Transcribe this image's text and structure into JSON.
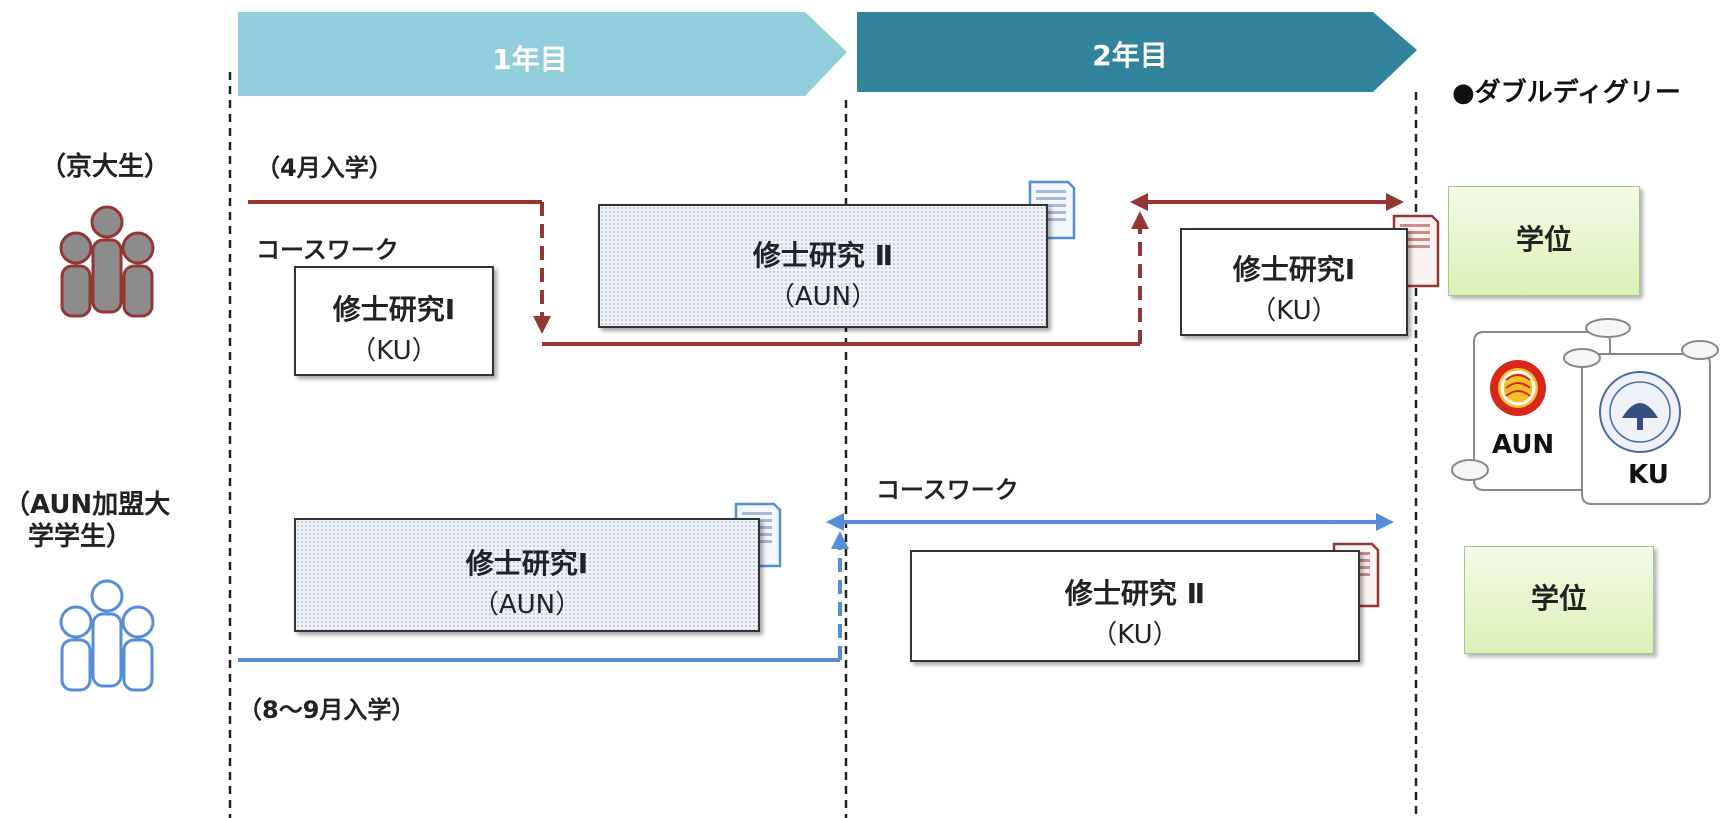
{
  "header": {
    "year1": "1年目",
    "year2": "2年目",
    "double_degree": "●ダブルディグリー"
  },
  "groups": {
    "ku_students": "（京大生）",
    "aun_students_line1": "（AUN加盟大",
    "aun_students_line2": "学学生）"
  },
  "ku_track": {
    "entry": "（4月入学）",
    "coursework": "コースワーク",
    "box1_title": "修士研究Ⅰ",
    "box1_sub": "（KU）",
    "box2_title": "修士研究 Ⅱ",
    "box2_sub": "（AUN）",
    "box3_title": "修士研究Ⅰ",
    "box3_sub": "（KU）",
    "degree": "学位"
  },
  "aun_track": {
    "entry": "（8～9月入学）",
    "coursework": "コースワーク",
    "box1_title": "修士研究Ⅰ",
    "box1_sub": "（AUN）",
    "box2_title": "修士研究 Ⅱ",
    "box2_sub": "（KU）",
    "degree": "学位"
  },
  "diplomas": {
    "aun": "AUN",
    "ku": "KU"
  },
  "colors": {
    "year1": "#92cddc",
    "year2": "#31849b",
    "ku_line": "#943634",
    "aun_line": "#558ed5",
    "degree_fill": "#dcf0b8"
  }
}
